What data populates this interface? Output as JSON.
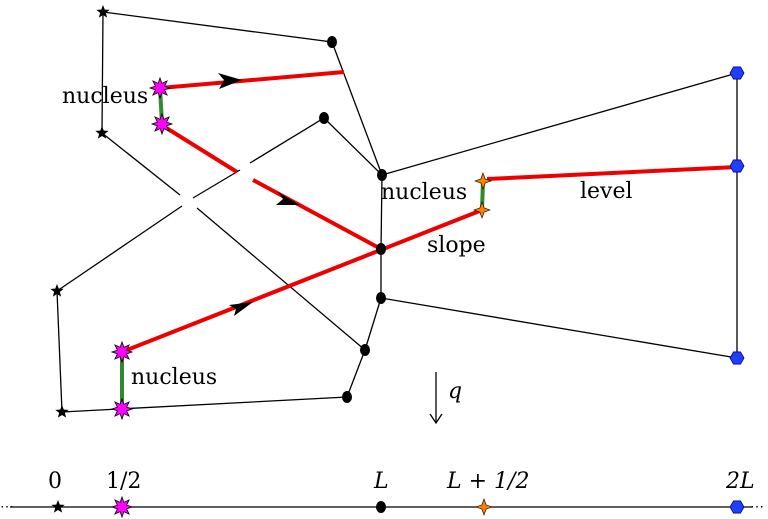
{
  "labels": {
    "nucleus_top": "nucleus",
    "nucleus_mid": "nucleus",
    "nucleus_bottom": "nucleus",
    "level": "level",
    "slope": "slope",
    "q": "q"
  },
  "axis": {
    "ticks": [
      "0",
      "1/2",
      "L",
      "L + 1/2",
      "2L"
    ]
  },
  "colors": {
    "edge": "#000000",
    "path": "#ee0000",
    "nucleus_link": "#2e8b2e",
    "star_black": "#000000",
    "star_magenta": "#ff00ff",
    "star_orange": "#ff7f00",
    "hexagon_blue": "#1f3fff"
  }
}
